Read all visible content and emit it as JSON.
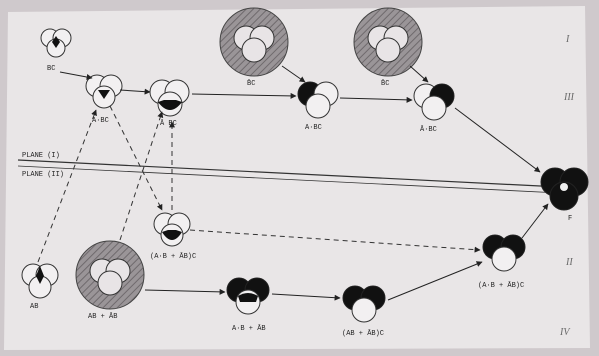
{
  "diagram": {
    "labels": {
      "bc_top": "BC",
      "bc_left": "B̄C",
      "bc_right": "B̄C",
      "r1_b": "A·BC",
      "r1_c": "Ā BC",
      "r1_d": "A·BC",
      "r1_e": "Ā·BC",
      "plane_a": "PLANE (I)",
      "plane_b": "PLANE (II)",
      "mid_left": "(A·B + ĀB)C",
      "bottom_ab": "AB",
      "bottom_sum": "AB + ĀB",
      "bottom_mid1": "A·B + ĀB",
      "bottom_mid2": "(AB + ĀB)C",
      "bottom_right": "(A·B + ĀB)C",
      "final": "F"
    },
    "side_marks": [
      "I",
      "III",
      "II",
      "IV"
    ]
  }
}
